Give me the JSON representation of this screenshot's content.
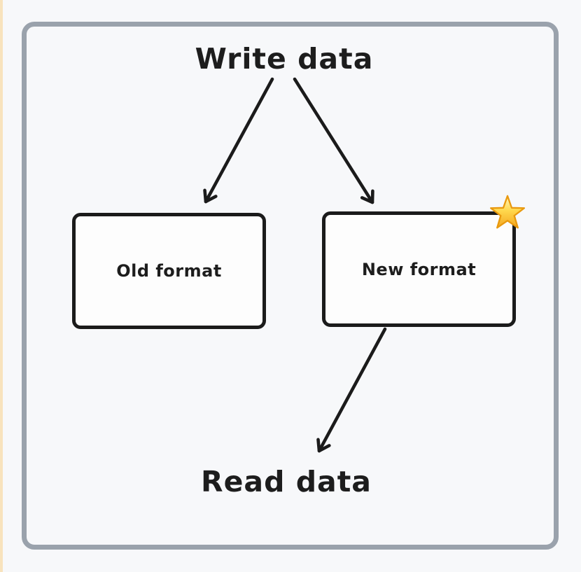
{
  "canvas": {
    "background_color": "#f7f8fa",
    "frame_border_color": "#9aa2ac",
    "left_strip_color": "#f8e3bd",
    "ink_color": "#1b1b1b",
    "star_colors": {
      "top": "#fff7c2",
      "middle": "#ffd84d",
      "bottom": "#f3a51f",
      "outline": "#e9990e"
    }
  },
  "diagram": {
    "top_label": "Write data",
    "bottom_label": "Read data",
    "nodes": [
      {
        "id": "old-format",
        "label": "Old format"
      },
      {
        "id": "new-format",
        "label": "New format",
        "badge": "star-emoji"
      }
    ],
    "edges": [
      {
        "from": "Write data",
        "to": "Old format"
      },
      {
        "from": "Write data",
        "to": "New format"
      },
      {
        "from": "New format",
        "to": "Read data"
      }
    ]
  }
}
